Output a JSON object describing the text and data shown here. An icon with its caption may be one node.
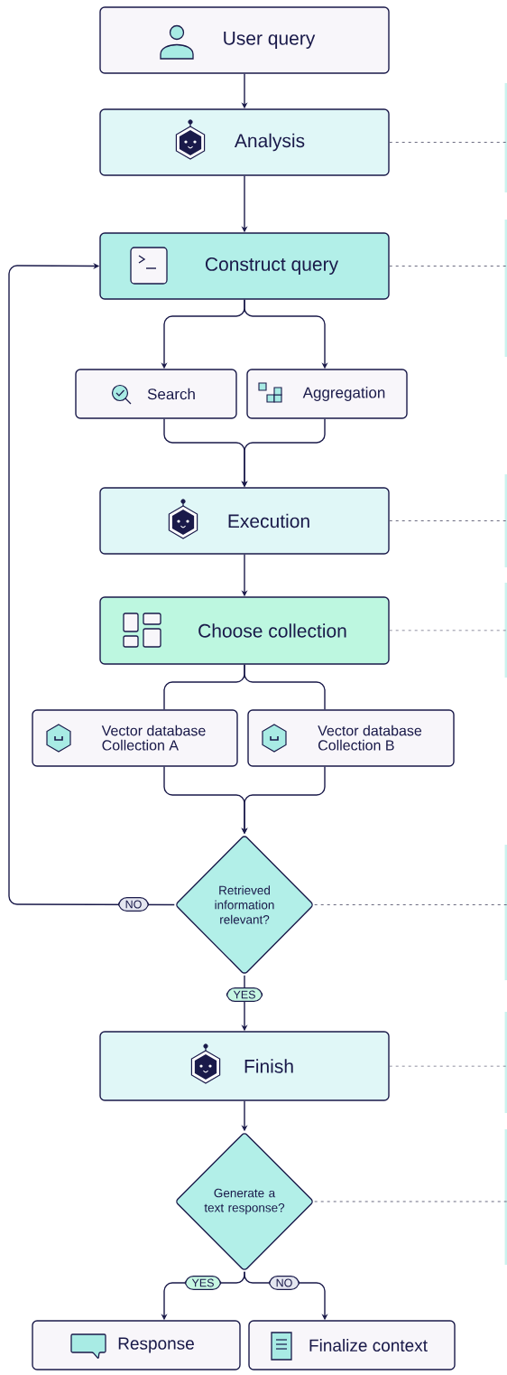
{
  "diagram": {
    "nodes": [
      {
        "text": [
          "User query"
        ]
      },
      {
        "text": [
          "Analysis"
        ]
      },
      {
        "text": [
          "Construct query"
        ]
      },
      {
        "text": [
          "Search"
        ]
      },
      {
        "text": [
          "Aggregation"
        ]
      },
      {
        "text": [
          "Execution"
        ]
      },
      {
        "text": [
          "Choose collection"
        ]
      },
      {
        "text": [
          "Vector database",
          "Collection A"
        ]
      },
      {
        "text": [
          "Vector database",
          "Collection B"
        ]
      },
      {
        "text": [
          "Retrieved information relevant?"
        ]
      },
      {
        "text": [
          "Finish"
        ]
      },
      {
        "text": [
          "Generate a text response?"
        ]
      },
      {
        "text": [
          "Response"
        ]
      },
      {
        "text": [
          "Finalize context"
        ]
      }
    ],
    "edges": [
      {
        "from": 0,
        "to": 1,
        "arrow": "to"
      },
      {
        "from": 1,
        "to": 2,
        "arrow": "to"
      },
      {
        "from": 2,
        "to": 3,
        "arrow": "to"
      },
      {
        "from": 2,
        "to": 4,
        "arrow": "to"
      },
      {
        "from": 3,
        "to": 5,
        "arrow": "to"
      },
      {
        "from": 4,
        "to": 5,
        "arrow": "to"
      },
      {
        "from": 5,
        "to": 6,
        "arrow": "to"
      },
      {
        "from": 6,
        "to": 7,
        "arrow": "none"
      },
      {
        "from": 6,
        "to": 8,
        "arrow": "none"
      },
      {
        "from": 7,
        "to": 9,
        "arrow": "to"
      },
      {
        "from": 8,
        "to": 9,
        "arrow": "to"
      },
      {
        "from": 9,
        "to": 2,
        "arrow": "to",
        "label": "NO"
      },
      {
        "from": 9,
        "to": 10,
        "arrow": "to",
        "label": "YES"
      },
      {
        "from": 10,
        "to": 11,
        "arrow": "to"
      },
      {
        "from": 11,
        "to": 12,
        "arrow": "to",
        "label": "YES"
      },
      {
        "from": 11,
        "to": 13,
        "arrow": "to",
        "label": "NO"
      },
      {
        "from": 1,
        "to": null,
        "arrow": "none",
        "style": "dashed",
        "color": "#6b6b80"
      },
      {
        "from": 2,
        "to": null,
        "arrow": "none",
        "style": "dashed",
        "color": "#6b6b80"
      },
      {
        "from": 5,
        "to": null,
        "arrow": "none",
        "style": "dashed",
        "color": "#6b6b80"
      },
      {
        "from": 6,
        "to": null,
        "arrow": "none",
        "style": "dashed",
        "color": "#6b6b80"
      },
      {
        "from": 9,
        "to": null,
        "arrow": "none",
        "style": "dashed",
        "color": "#6b6b80"
      },
      {
        "from": 10,
        "to": null,
        "arrow": "none",
        "style": "dashed",
        "color": "#6b6b80"
      },
      {
        "from": 11,
        "to": null,
        "arrow": "none",
        "style": "dashed",
        "color": "#6b6b80"
      }
    ]
  }
}
